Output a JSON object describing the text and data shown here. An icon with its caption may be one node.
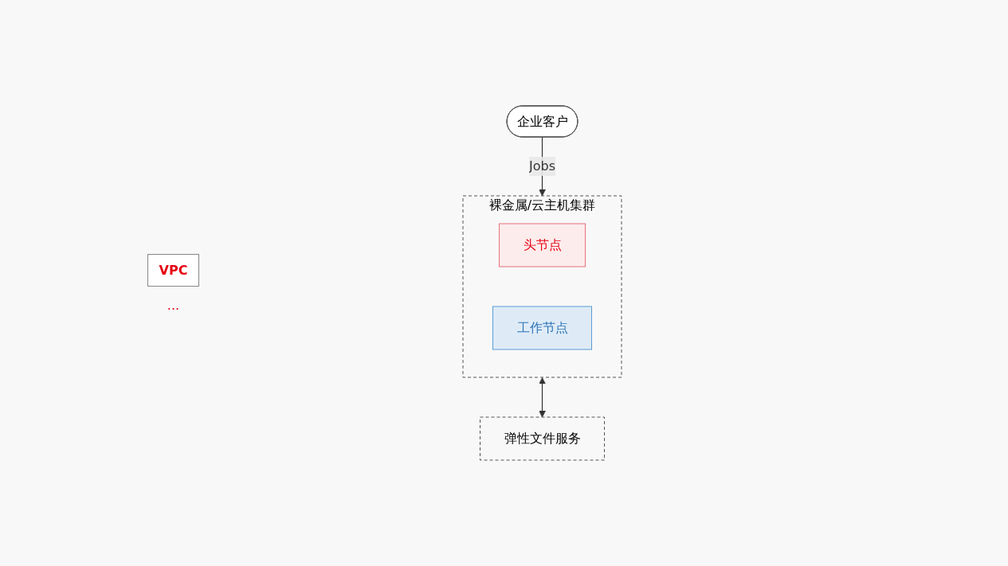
{
  "diagram": {
    "nodes": [
      {
        "text": [
          "企业客户"
        ]
      },
      {
        "text": [
          "裸金属/云主机集群"
        ]
      },
      {
        "text": [
          "头节点"
        ],
        "in": 1
      },
      {
        "text": [
          "工作节点"
        ],
        "in": 1
      },
      {
        "text": [
          "弹性文件服务"
        ]
      }
    ],
    "edges": [
      {
        "from": 0,
        "to": 1,
        "label": "Jobs",
        "arrow": "to"
      },
      {
        "from": 1,
        "to": 4,
        "arrow": "both"
      }
    ],
    "labels": [
      "VPC",
      "..."
    ]
  }
}
